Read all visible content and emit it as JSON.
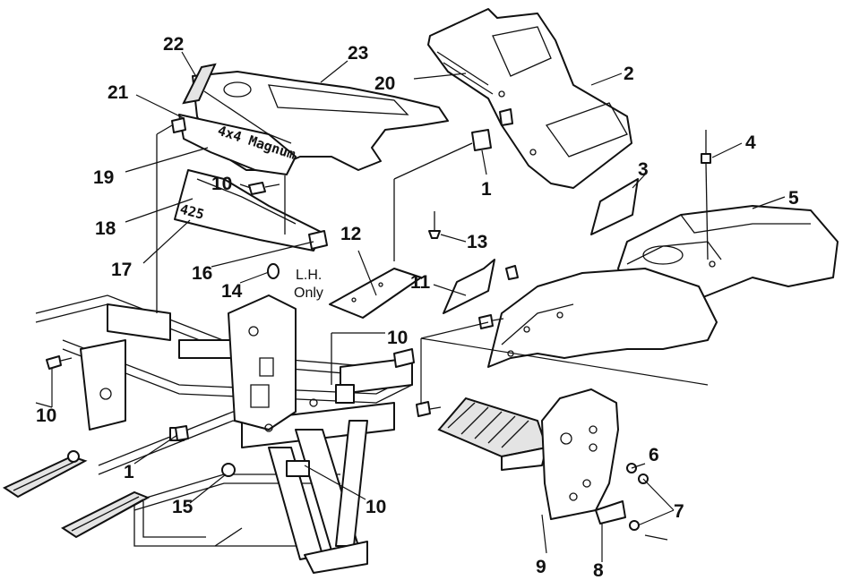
{
  "callouts": [
    {
      "id": "c22",
      "label": "22"
    },
    {
      "id": "c23",
      "label": "23"
    },
    {
      "id": "c21",
      "label": "21"
    },
    {
      "id": "c20",
      "label": "20"
    },
    {
      "id": "c2",
      "label": "2"
    },
    {
      "id": "c19",
      "label": "19"
    },
    {
      "id": "c10a",
      "label": "10"
    },
    {
      "id": "c1a",
      "label": "1"
    },
    {
      "id": "c4",
      "label": "4"
    },
    {
      "id": "c3",
      "label": "3"
    },
    {
      "id": "c5",
      "label": "5"
    },
    {
      "id": "c18",
      "label": "18"
    },
    {
      "id": "c12",
      "label": "12"
    },
    {
      "id": "c13",
      "label": "13"
    },
    {
      "id": "c17",
      "label": "17"
    },
    {
      "id": "c16",
      "label": "16"
    },
    {
      "id": "c14",
      "label": "14"
    },
    {
      "id": "c11",
      "label": "11"
    },
    {
      "id": "c10b",
      "label": "10"
    },
    {
      "id": "c10c",
      "label": "10"
    },
    {
      "id": "c6",
      "label": "6"
    },
    {
      "id": "c1b",
      "label": "1"
    },
    {
      "id": "c7",
      "label": "7"
    },
    {
      "id": "c15",
      "label": "15"
    },
    {
      "id": "c10d",
      "label": "10"
    },
    {
      "id": "c9",
      "label": "9"
    },
    {
      "id": "c8",
      "label": "8"
    }
  ],
  "note": {
    "line1": "L.H.",
    "line2": "Only"
  },
  "decals": {
    "brand": "4x4 Magnum",
    "model": "425"
  }
}
